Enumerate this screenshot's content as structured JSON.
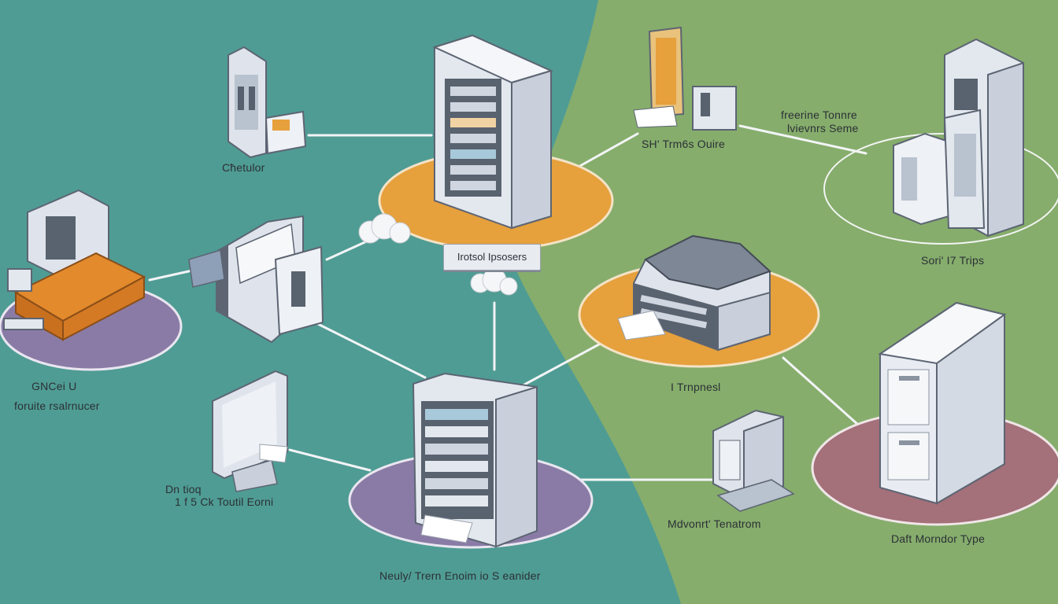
{
  "colors": {
    "background_left": "#4f9c94",
    "background_right": "#86ad6c",
    "platform_orange": "#e6a03c",
    "platform_purple": "#8a7ba6",
    "platform_maroon": "#a4707a",
    "device_body": "#dfe4ec",
    "device_accent_orange": "#e38a2c",
    "connector_line": "#f2f4f6"
  },
  "labels": {
    "caption_top_left": "Cħetulor",
    "caption_left_1": "GNCei U",
    "caption_left_2": "foruite rsalrnucer",
    "caption_bottom_left_1": "Dn tioq",
    "caption_bottom_left_2": "1 f 5 Ck  Toutil Eorni",
    "caption_bottom_center": "Neuly/ Trern  Enoim io S eanider",
    "caption_top_center": "SH' Trm6s  Ouire",
    "tag_center": "Irotsol  Ipsosers",
    "caption_top_right_1": "freerine Tonnre",
    "caption_top_right_2": "lvievnrs Seme",
    "caption_right_1": "Sori' I7  Trips",
    "caption_center_right": "I Trnpnesl",
    "caption_bottom_mid_right": "Mdvonrt' Tenatrom",
    "caption_bottom_right": "Daft Morndor Type"
  },
  "icons": [
    "server-rack-icon",
    "switch-icon",
    "printer-icon",
    "computer-tower-icon",
    "monitor-icon",
    "small-server-icon",
    "router-icon",
    "cloud-icon",
    "tablet-icon"
  ]
}
